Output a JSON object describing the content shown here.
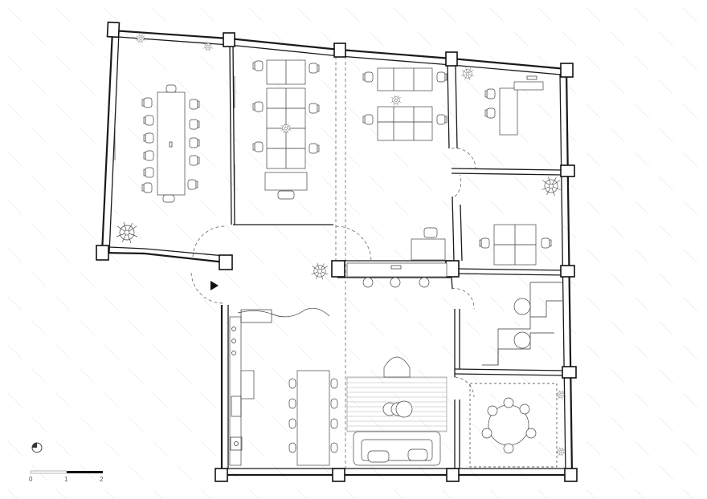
{
  "scale_bar": {
    "labels": [
      "0",
      "1",
      "2"
    ]
  },
  "icons": {
    "north": "north-arrow-icon",
    "entrance": "entrance-arrow-icon",
    "plants": "plant-icon"
  },
  "colors": {
    "line": "#1a1a1a",
    "background": "#ffffff",
    "hatch": "#ececec"
  }
}
